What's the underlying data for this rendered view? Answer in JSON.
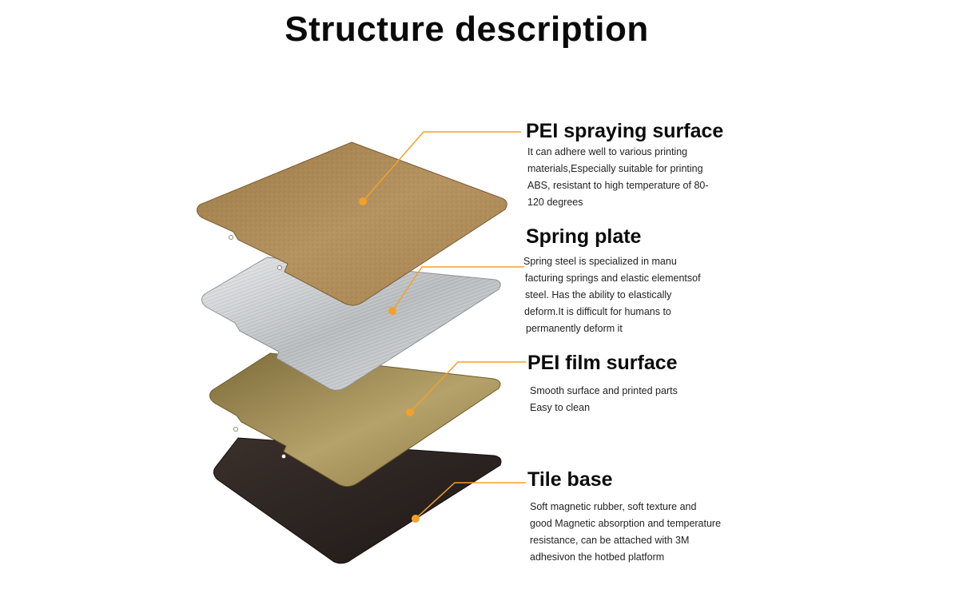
{
  "title": "Structure description",
  "colors": {
    "leader": "#f2a12a",
    "pei_spray": "#b08c55",
    "spring_steel": "#c4c6c8",
    "pei_film": "#a38f55",
    "tile_base": "#2a2321"
  },
  "layers": [
    {
      "title": "PEI spraying surface",
      "desc": [
        "It can adhere well to various printing",
        "materials,Especially suitable for printing",
        "ABS, resistant to high temperature of 80-",
        "120 degrees"
      ]
    },
    {
      "title": "Spring plate",
      "desc": [
        "Spring steel is specialized in manu",
        "facturing springs and elastic elementsof",
        "steel. Has the ability to elastically",
        "deform.It is difficult for humans to",
        "permanently deform it"
      ]
    },
    {
      "title": "PEI film surface",
      "desc": [
        "Smooth surface and printed parts",
        "Easy to clean"
      ]
    },
    {
      "title": "Tile base",
      "desc": [
        "Soft magnetic rubber, soft texture and",
        "good Magnetic absorption and temperature",
        "resistance, can be attached with 3M",
        "adhesivon the hotbed platform"
      ]
    }
  ]
}
